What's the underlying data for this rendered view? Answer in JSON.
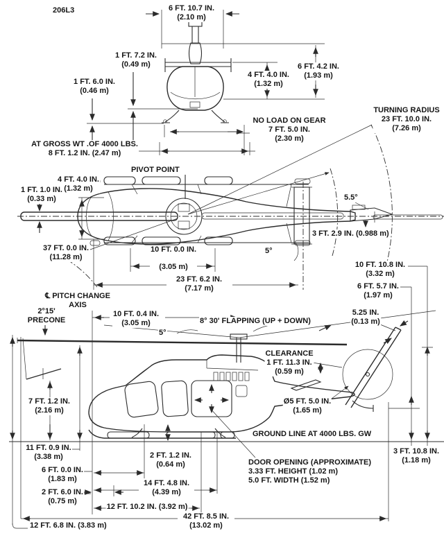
{
  "model": "206L3",
  "labels": {
    "model": {
      "l1": "206L3"
    },
    "skid_width": {
      "l1": "6 FT. 10.7 IN.",
      "l2": "(2.10 m)"
    },
    "stab_tip": {
      "l1": "1 FT. 7.2 IN.",
      "l2": "(0.49 m)"
    },
    "skid_sink": {
      "l1": "1 FT. 6.0 IN.",
      "l2": "(0.46 m)"
    },
    "fus_height": {
      "l1": "4 FT. 4.0 IN.",
      "l2": "(1.32 m)"
    },
    "fin_height": {
      "l1": "6 FT. 4.2 IN.",
      "l2": "(1.93 m)"
    },
    "no_load": {
      "l1": "NO LOAD ON GEAR",
      "l2": "7 FT. 5.0 IN.",
      "l3": "(2.30 m)"
    },
    "gross_wt": {
      "l1": "AT GROSS WT .OF 4000 LBS.",
      "l2": "8 FT. 1.2 IN. (2.47 m)"
    },
    "turning_radius": {
      "l1": "TURNING RADIUS",
      "l2": "23 FT. 10.0 IN.",
      "l3": "(7.26 m)"
    },
    "pivot_point": {
      "l1": "PIVOT POINT"
    },
    "cabin_width": {
      "l1": "4 FT. 4.0 IN.",
      "l2": "(1.32 m)"
    },
    "blade_chord": {
      "l1": "1 FT. 1.0 IN.",
      "l2": "(0.33 m)"
    },
    "rotor_diam": {
      "l1": "37 FT. 0.0 IN.",
      "l2": "(11.28 m)"
    },
    "skid_len": {
      "l1": "10 FT. 0.0 IN.",
      "l2": "(3.05 m)"
    },
    "boom_len": {
      "l1": "23 FT. 6.2 IN.",
      "l2": "(7.17 m)"
    },
    "deg55": {
      "l1": "5.5°"
    },
    "tail_span": {
      "l1": "3 FT. 2.9 IN. (0.988 m)"
    },
    "deg5_top": {
      "l1": "5°"
    },
    "tail_height": {
      "l1": "10 FT. 10.8 IN.",
      "l2": "(3.32 m)"
    },
    "fin_top": {
      "l1": "6 FT. 5.7 IN.",
      "l2": "(1.97 m)"
    },
    "pitch_axis": {
      "l1": "℄ PITCH CHANGE",
      "l2": "AXIS"
    },
    "precone": {
      "l1": "2°15'",
      "l2": "PRECONE"
    },
    "mast_dist": {
      "l1": "10 FT. 0.4 IN.",
      "l2": "(3.05 m)"
    },
    "flapping": {
      "l1": "8° 30' FLAPPING (UP + DOWN)"
    },
    "deg5_side": {
      "l1": "5°"
    },
    "tr_chord": {
      "l1": "5.25 IN.",
      "l2": "(0.13 m)"
    },
    "clearance": {
      "l1": "CLEARANCE",
      "l2": "1 FT. 11.3 IN.",
      "l3": "(0.59 m)"
    },
    "droop_h": {
      "l1": "7 FT. 1.2 IN.",
      "l2": "(2.16 m)"
    },
    "tr_diam": {
      "l1": "Ø5 FT. 5.0 IN.",
      "l2": "(1.65 m)"
    },
    "ground": {
      "l1": "GROUND LINE AT 4000 LBS. GW"
    },
    "hub_h": {
      "l1": "11 FT. 0.9 IN.",
      "l2": "(3.38 m)"
    },
    "belly": {
      "l1": "2 FT. 1.2 IN.",
      "l2": "(0.64 m)"
    },
    "door": {
      "l1": "DOOR OPENING (APPROXIMATE)",
      "l2": "3.33 FT. HEIGHT (1.02 m)",
      "l3": "5.0 FT. WIDTH (1.52 m)"
    },
    "tail_clear": {
      "l1": "3 FT. 10.8 IN.",
      "l2": "(1.18 m)"
    },
    "d6ft": {
      "l1": "6 FT. 0.0 IN.",
      "l2": "(1.83 m)"
    },
    "d14ft": {
      "l1": "14 FT. 4.8 IN.",
      "l2": "(4.39 m)"
    },
    "d2ft6": {
      "l1": "2 FT. 6.0 IN.",
      "l2": "(0.75 m)"
    },
    "d12ft10": {
      "l1": "12 FT. 10.2 IN. (3.92 m)"
    },
    "d42ft": {
      "l1": "42 FT. 8.5 IN.",
      "l2": "(13.02 m)"
    },
    "d12ft6": {
      "l1": "12 FT. 6.8 IN. (3.83 m)"
    }
  }
}
